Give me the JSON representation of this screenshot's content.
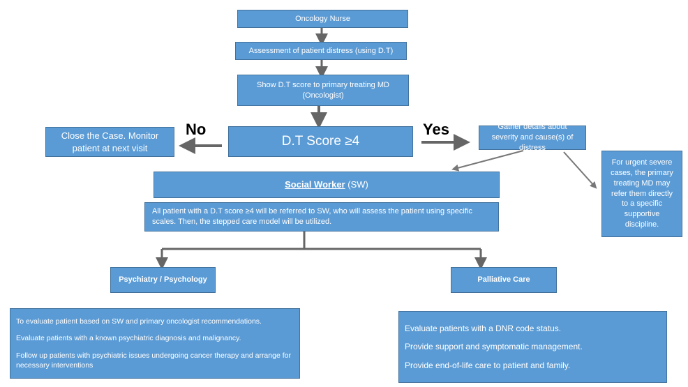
{
  "nodes": {
    "oncology_nurse": "Oncology Nurse",
    "assessment": "Assessment of patient distress (using D.T)",
    "show_score": "Show D.T score to primary treating MD (Oncologist)",
    "dt_score": "D.T Score ≥4",
    "close_case": "Close the Case. Monitor patient at next visit",
    "gather_details": "Gather details about severity and cause(s) of distress",
    "urgent_note": "For urgent severe cases,  the primary treating MD may refer them directly to a specific supportive discipline.",
    "social_worker_title": "Social Worker",
    "social_worker_abbr": "(SW)",
    "sw_description": "All patient with a D.T score ≥4 will be referred to SW, who will assess the patient using specific scales. Then, the stepped care model will be utilized.",
    "psychiatry": "Psychiatry / Psychology",
    "palliative": "Palliative Care",
    "psychiatry_items": [
      "To evaluate patient based on SW and primary oncologist recommendations.",
      "Evaluate patients with a known psychiatric diagnosis and malignancy.",
      "Follow up patients with psychiatric issues undergoing cancer therapy and arrange for necessary interventions"
    ],
    "palliative_items": [
      "Evaluate patients with a DNR code status.",
      "Provide support and symptomatic management.",
      "Provide end-of-life care to patient and family."
    ]
  },
  "labels": {
    "no": "No",
    "yes": "Yes"
  },
  "colors": {
    "box_fill": "#5b9bd5",
    "box_border": "#41719c",
    "arrow": "#666666"
  }
}
